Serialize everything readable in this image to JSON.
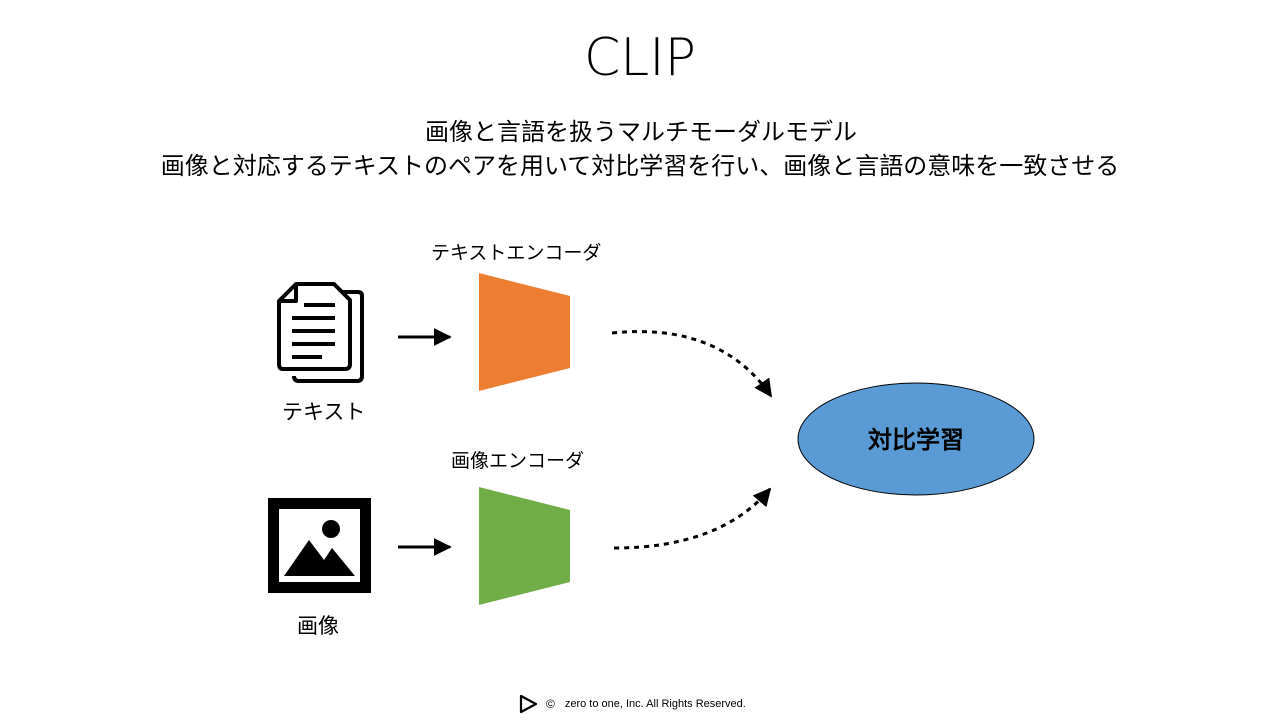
{
  "title": "CLIP",
  "subtitle": {
    "line1": "画像と言語を扱うマルチモーダルモデル",
    "line2": "画像と対応するテキストのペアを用いて対比学習を行い、画像と言語の意味を一致させる"
  },
  "diagram": {
    "text_encoder_label": "テキストエンコーダ",
    "image_encoder_label": "画像エンコーダ",
    "text_input_label": "テキスト",
    "image_input_label": "画像",
    "contrastive_label": "対比学習",
    "colors": {
      "text_encoder": "#ed7d31",
      "image_encoder": "#70ad47",
      "contrastive": "#5b9bd5",
      "outline": "#000000"
    },
    "icons": {
      "text_input": "document-icon",
      "image_input": "image-icon"
    }
  },
  "footer": {
    "copyright_symbol": "©",
    "text": "zero to one, Inc. All Rights Reserved."
  }
}
